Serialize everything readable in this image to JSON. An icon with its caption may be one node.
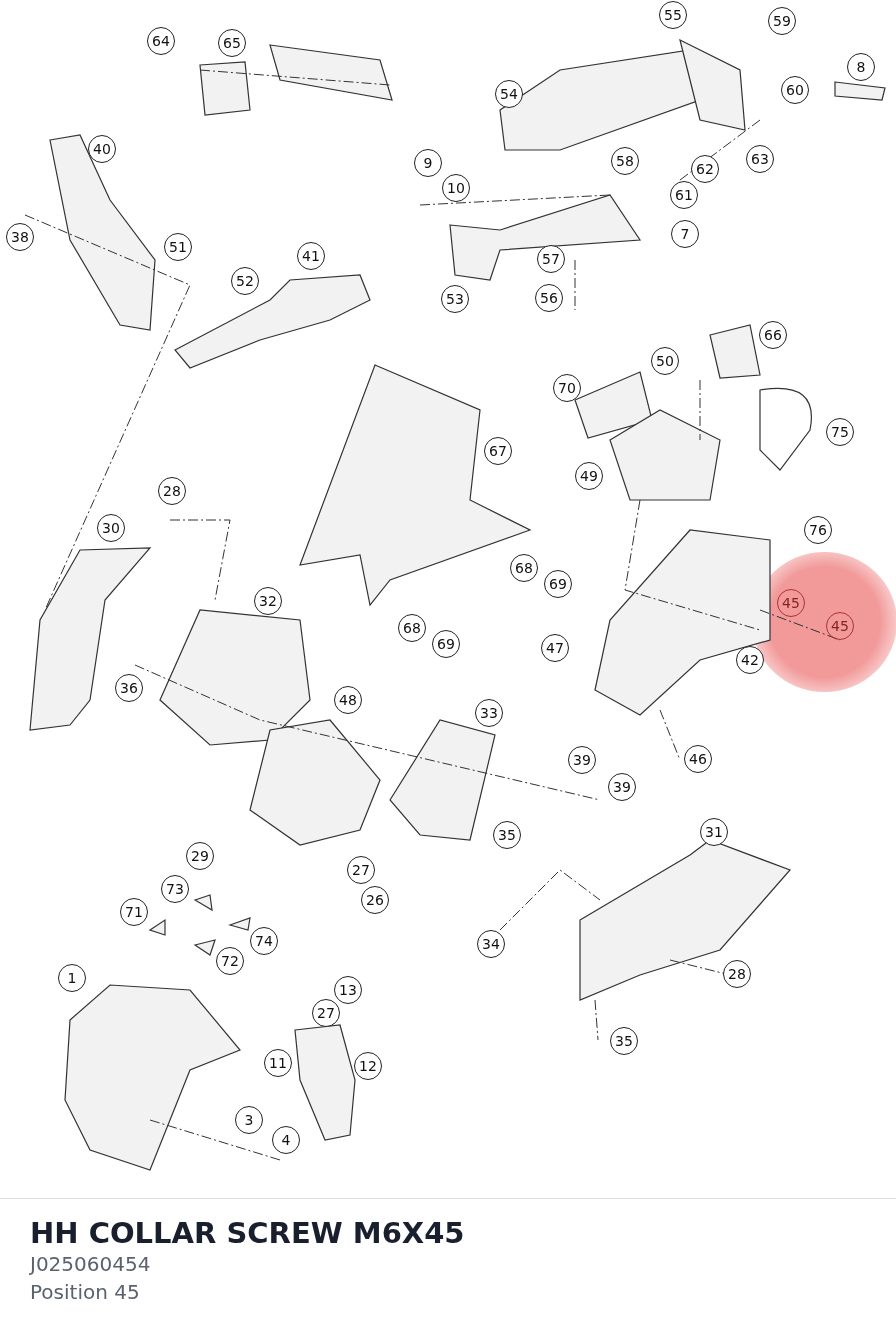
{
  "diagram": {
    "title": "HH COLLAR SCREW M6X45",
    "labels": [
      "55",
      "59",
      "64",
      "65",
      "8",
      "54",
      "60",
      "63",
      "62",
      "61",
      "58",
      "9",
      "10",
      "7",
      "40",
      "38",
      "51",
      "57",
      "41",
      "52",
      "56",
      "53",
      "66",
      "50",
      "70",
      "75",
      "67",
      "49",
      "28",
      "76",
      "30",
      "68",
      "69",
      "32",
      "45",
      "45",
      "47",
      "68",
      "69",
      "42",
      "36",
      "48",
      "33",
      "39",
      "46",
      "39",
      "35",
      "31",
      "29",
      "27",
      "73",
      "26",
      "71",
      "74",
      "34",
      "72",
      "28",
      "1",
      "13",
      "27",
      "11",
      "12",
      "35",
      "3",
      "4",
      "J025060454",
      "Position 45"
    ]
  }
}
